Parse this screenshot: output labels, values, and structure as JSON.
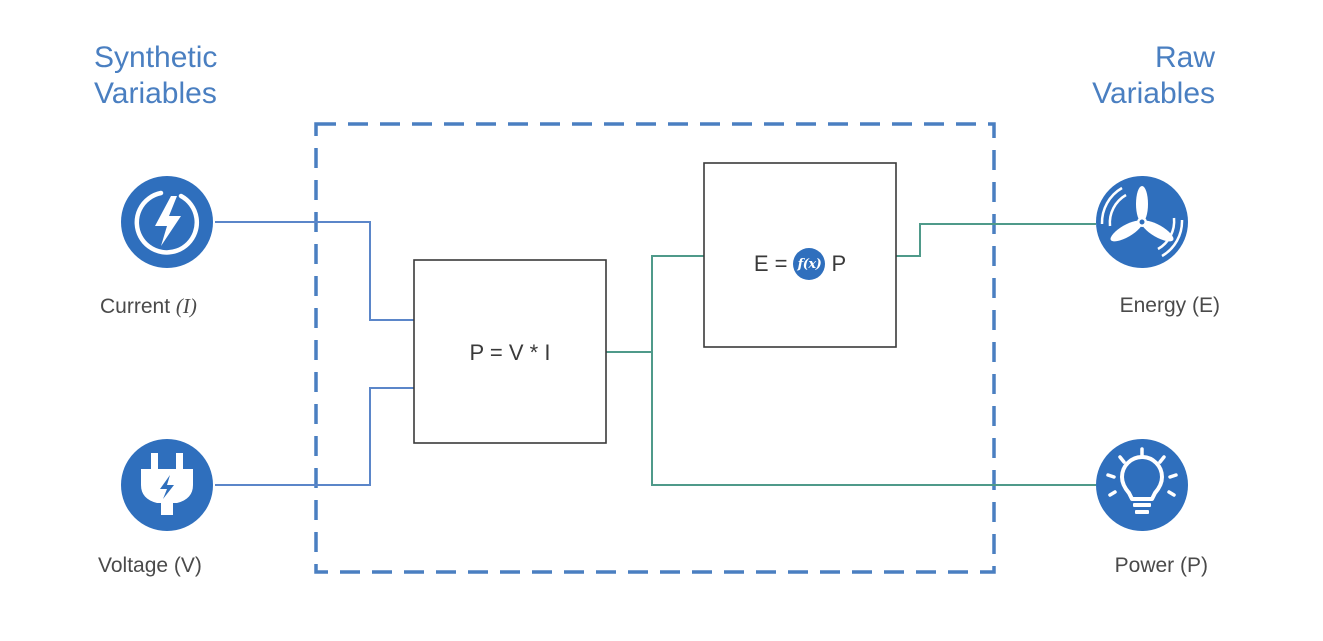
{
  "headings": {
    "synthetic_line1": "Synthetic",
    "synthetic_line2": "Variables",
    "raw_line1": "Raw",
    "raw_line2": "Variables"
  },
  "nodes": {
    "current": {
      "label_prefix": "Current ",
      "label_symbol": "(I)",
      "icon": "lightning-bolt-icon"
    },
    "voltage": {
      "label": "Voltage (V)",
      "icon": "plug-icon"
    },
    "energy": {
      "label": "Energy (E)",
      "icon": "wind-turbine-icon"
    },
    "power": {
      "label": "Power (P)",
      "icon": "light-bulb-icon"
    }
  },
  "boxes": {
    "power_formula": "P = V * I",
    "energy_formula_left": "E =",
    "energy_formula_fx": "f(x)",
    "energy_formula_right": "P"
  },
  "colors": {
    "accent_blue": "#2f6fbd",
    "heading_blue": "#4a7fc1",
    "dashed_border": "#4a7fc1",
    "input_line": "#5b86c9",
    "output_line": "#4f9a8a",
    "box_border": "#3a3a3a"
  }
}
